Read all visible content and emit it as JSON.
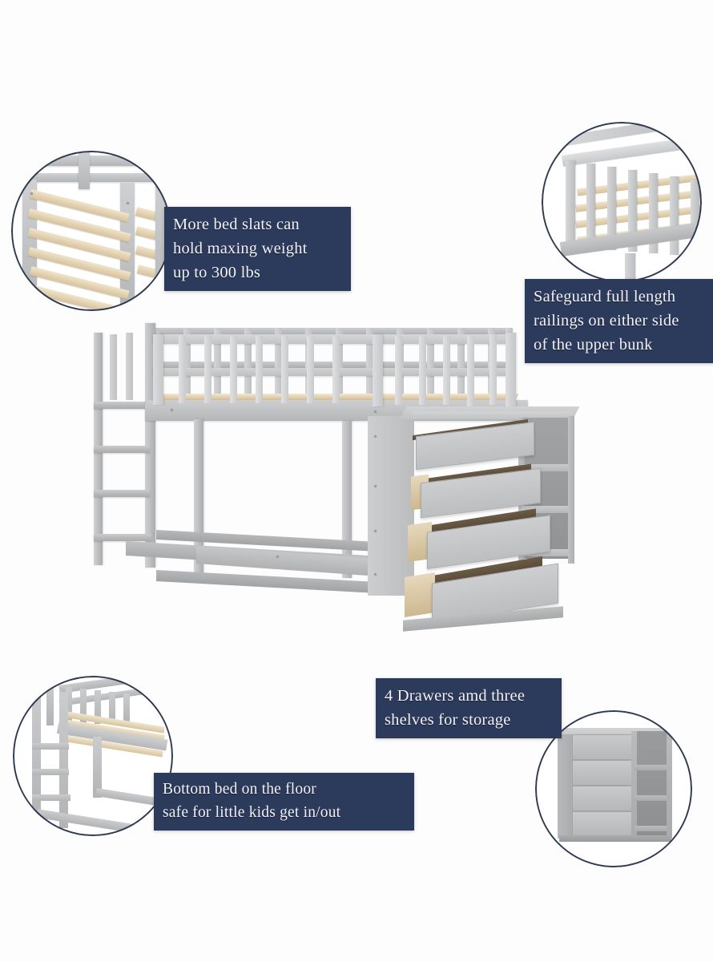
{
  "page": {
    "background_color": "#fdfdfd",
    "callout_color": "#2c3a5c",
    "callout_text_color": "#f2f2f6",
    "frame_color": "#b9babc",
    "wood_color": "#dfcba6"
  },
  "callouts": [
    {
      "id": "slats",
      "text": "More bed slats can\nhold maxing weight\nup to 300 lbs",
      "position": "top-left"
    },
    {
      "id": "railings",
      "text": "Safeguard full length\nrailings on either side\nof the upper bunk",
      "position": "top-right"
    },
    {
      "id": "drawers",
      "text": "4 Drawers amd three\nshelves for storage",
      "position": "bottom-center"
    },
    {
      "id": "lowbed",
      "text": "Bottom bed on the floor\nsafe for little kids get in/out",
      "position": "bottom-left"
    }
  ],
  "insets": [
    {
      "id": "top-left",
      "subject": "close-up of wooden bed slats in gray frame"
    },
    {
      "id": "top-right",
      "subject": "close-up of full length guard railing on upper bunk"
    },
    {
      "id": "bottom-left",
      "subject": "low angle view of bunk bed with ladder"
    },
    {
      "id": "bottom-right",
      "subject": "gray chest with four drawers and three shelves"
    }
  ],
  "main_image": {
    "subject": "gray twin over twin low bunk bed with ladder and attached four drawer chest with shelves",
    "drawer_count": 4,
    "shelf_count": 3,
    "ladder_rungs": 4
  }
}
